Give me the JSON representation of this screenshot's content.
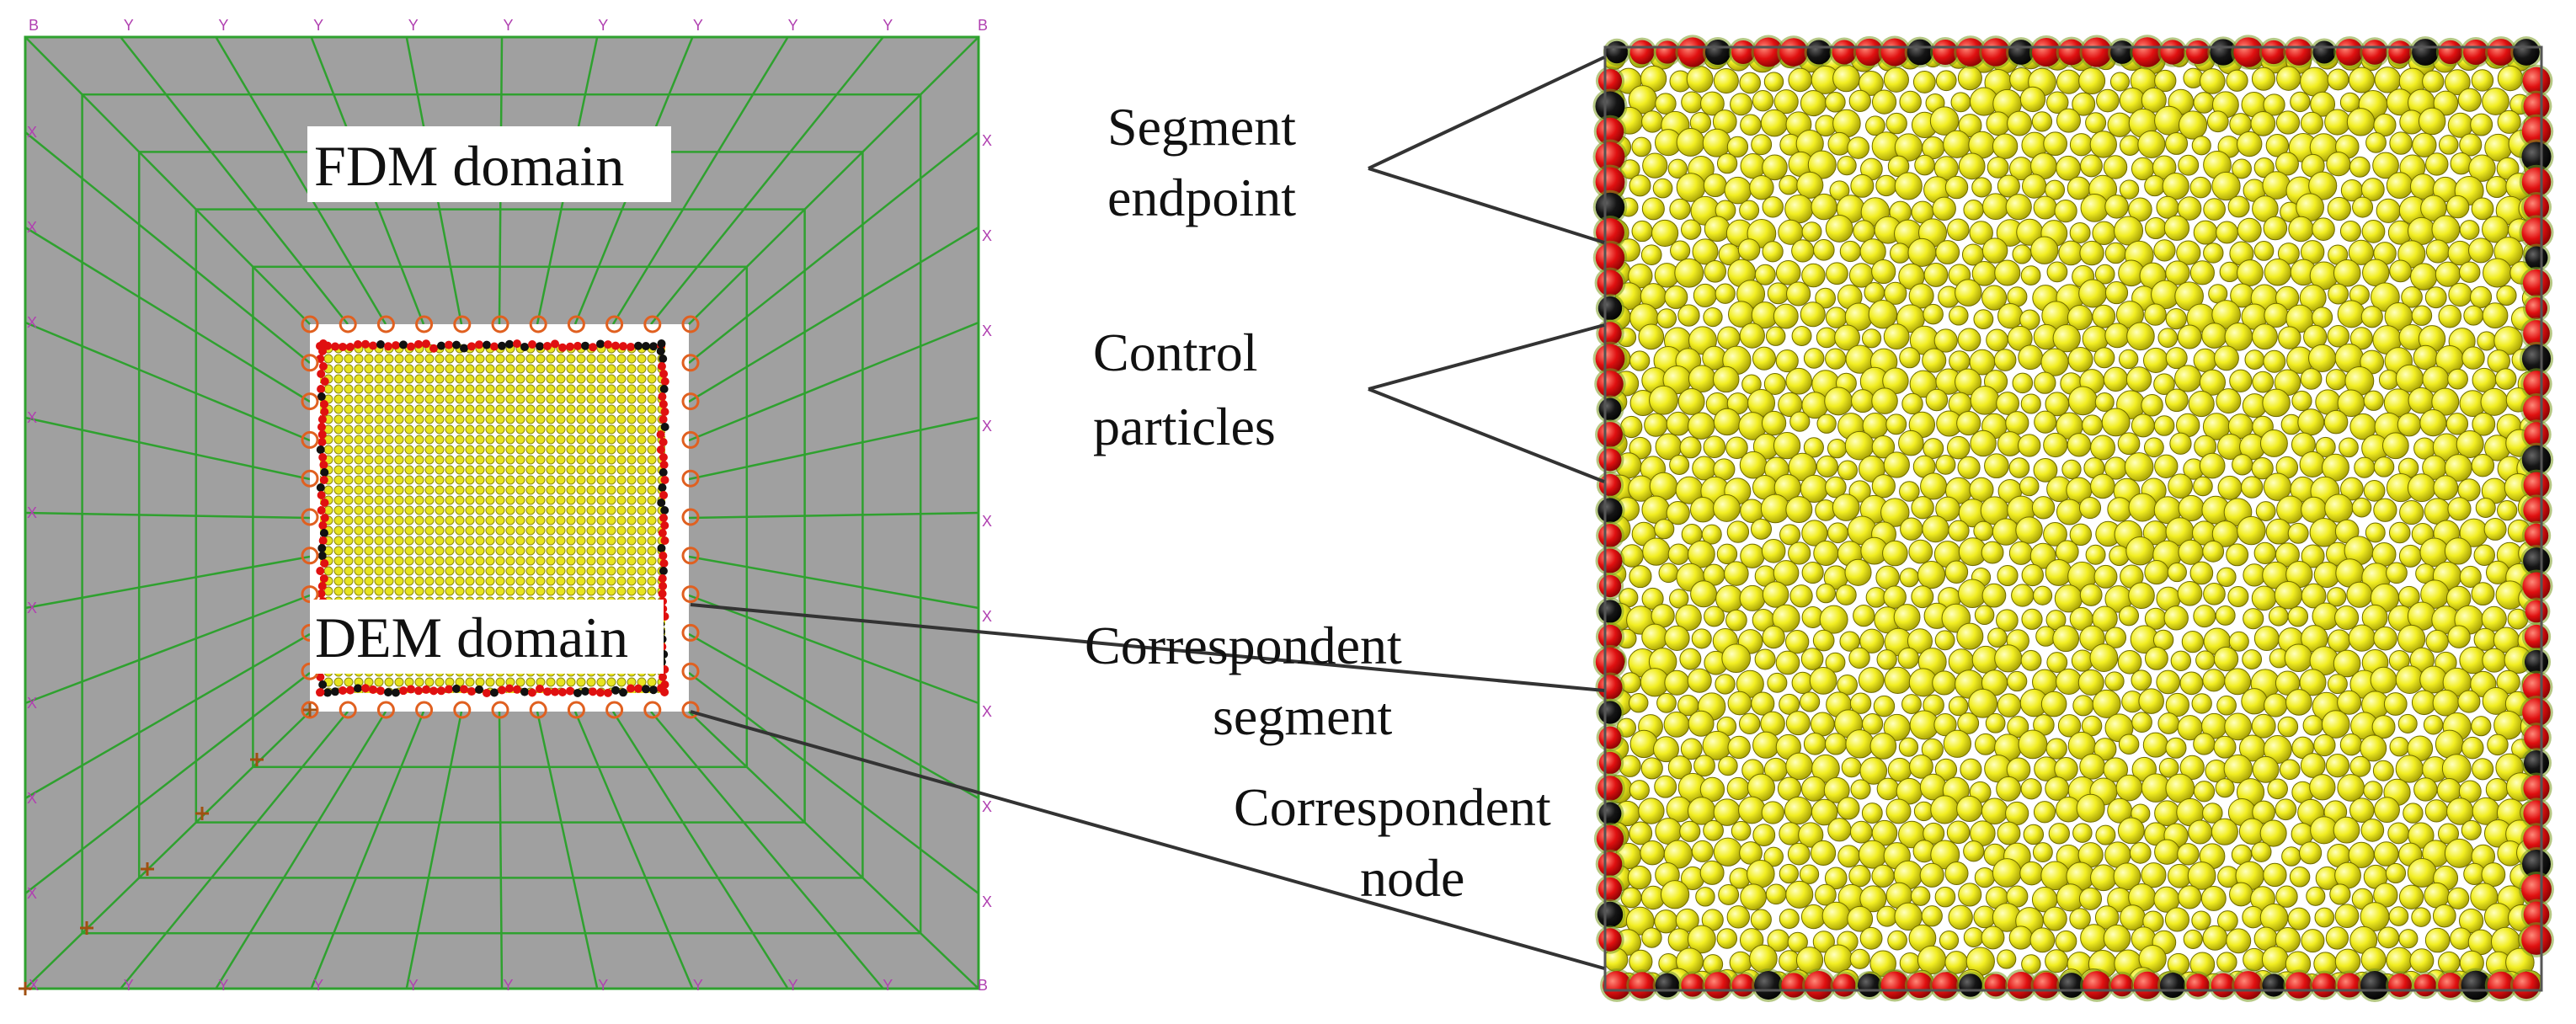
{
  "labels": {
    "fdm_domain": "FDM domain",
    "dem_domain": "DEM domain",
    "segment_line1": "Segment",
    "segment_line2": "endpoint",
    "control_line1": "Control",
    "control_line2": "particles",
    "corr_segment_line1": "Correspondent",
    "corr_segment_line2": "segment",
    "corr_node_line1": "Correspondent",
    "corr_node_line2": "node"
  },
  "mesh_markers": {
    "corner": "B",
    "top_edge": "Y",
    "side_edge": "X",
    "bottom_edge": "Y"
  },
  "colors": {
    "fdm_fill": "#a0a0a0",
    "mesh_line": "#2fa12f",
    "marker": "#b040b0",
    "node_ring": "#e06020",
    "particle_yellow": "#f2ee22",
    "particle_red": "#e01010",
    "particle_black": "#111111",
    "leader_line": "#333333"
  },
  "legend_icons": [
    "node-ring-icon",
    "boundary-particle-icon"
  ]
}
